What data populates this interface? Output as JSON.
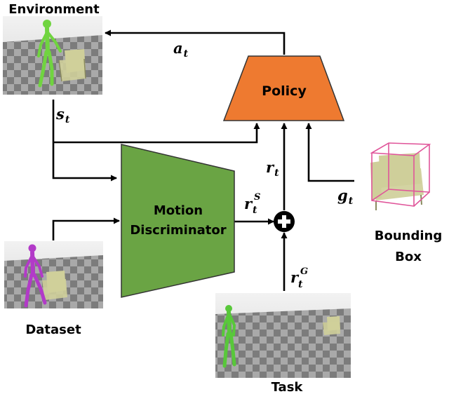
{
  "labels": {
    "environment": "Environment",
    "dataset": "Dataset",
    "task": "Task",
    "bounding_box_line1": "Bounding",
    "bounding_box_line2": "Box"
  },
  "blocks": {
    "policy": "Policy",
    "discriminator_line1": "Motion",
    "discriminator_line2": "Discriminator"
  },
  "symbols": {
    "action": {
      "base": "a",
      "sub": "t",
      "sup": ""
    },
    "state": {
      "base": "s",
      "sub": "t",
      "sup": ""
    },
    "reward": {
      "base": "r",
      "sub": "t",
      "sup": ""
    },
    "style_reward": {
      "base": "r",
      "sub": "t",
      "sup": "S"
    },
    "goal_reward": {
      "base": "r",
      "sub": "t",
      "sup": "G"
    },
    "goal": {
      "base": "g",
      "sub": "t",
      "sup": ""
    }
  },
  "colors": {
    "policy_fill": "#ee7a30",
    "discriminator_fill": "#6aa444",
    "env_character": "#70d440",
    "dataset_character": "#b23ac8",
    "task_character": "#58c83a",
    "chair": "#cfcf9a",
    "bbox_outline": "#e0559a"
  }
}
